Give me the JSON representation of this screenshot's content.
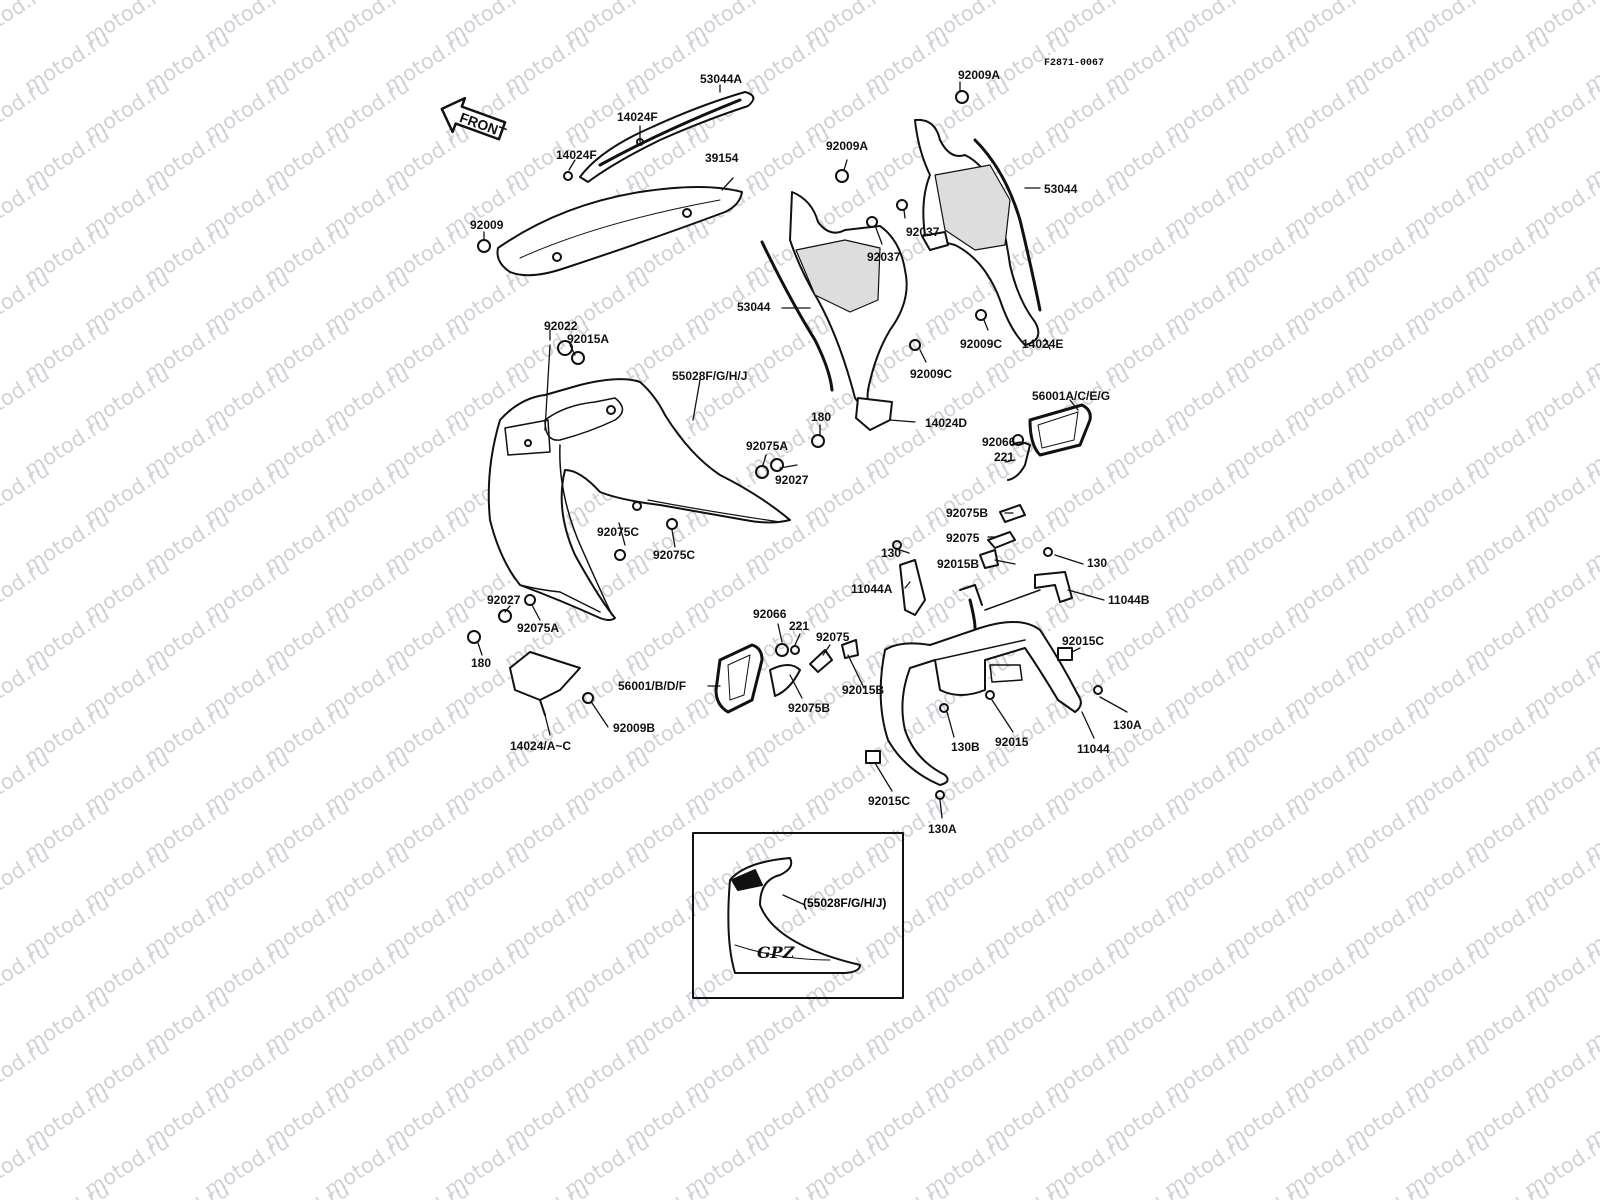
{
  "figure_code": "F2871-0067",
  "watermark_text": "motod.ru",
  "front_arrow_text": "FRONT",
  "inset_label": "(55028F/G/H/J)",
  "inset_logo": "GPZ",
  "parts": [
    {
      "id": "p01",
      "label": "53044A"
    },
    {
      "id": "p02",
      "label": "14024F"
    },
    {
      "id": "p03",
      "label": "14024F"
    },
    {
      "id": "p04",
      "label": "39154"
    },
    {
      "id": "p05",
      "label": "92009"
    },
    {
      "id": "p06",
      "label": "92009A"
    },
    {
      "id": "p07",
      "label": "92009A"
    },
    {
      "id": "p08",
      "label": "53044"
    },
    {
      "id": "p09",
      "label": "92037"
    },
    {
      "id": "p10",
      "label": "92037"
    },
    {
      "id": "p11",
      "label": "53044"
    },
    {
      "id": "p12",
      "label": "92009C"
    },
    {
      "id": "p13",
      "label": "92009C"
    },
    {
      "id": "p14",
      "label": "14024E"
    },
    {
      "id": "p15",
      "label": "92022"
    },
    {
      "id": "p16",
      "label": "92015A"
    },
    {
      "id": "p17",
      "label": "55028F/G/H/J"
    },
    {
      "id": "p18",
      "label": "56001A/C/E/G"
    },
    {
      "id": "p19",
      "label": "14024D"
    },
    {
      "id": "p20",
      "label": "180"
    },
    {
      "id": "p21",
      "label": "92075A"
    },
    {
      "id": "p22",
      "label": "92027"
    },
    {
      "id": "p23",
      "label": "92066"
    },
    {
      "id": "p24",
      "label": "221"
    },
    {
      "id": "p25",
      "label": "92075B"
    },
    {
      "id": "p26",
      "label": "92075"
    },
    {
      "id": "p27",
      "label": "92075C"
    },
    {
      "id": "p28",
      "label": "92075C"
    },
    {
      "id": "p29",
      "label": "130"
    },
    {
      "id": "p30",
      "label": "92015B"
    },
    {
      "id": "p31",
      "label": "130"
    },
    {
      "id": "p32",
      "label": "11044A"
    },
    {
      "id": "p33",
      "label": "11044B"
    },
    {
      "id": "p34",
      "label": "92027"
    },
    {
      "id": "p35",
      "label": "92075A"
    },
    {
      "id": "p36",
      "label": "180"
    },
    {
      "id": "p37",
      "label": "92066"
    },
    {
      "id": "p38",
      "label": "221"
    },
    {
      "id": "p39",
      "label": "92075"
    },
    {
      "id": "p40",
      "label": "92015C"
    },
    {
      "id": "p41",
      "label": "56001/B/D/F"
    },
    {
      "id": "p42",
      "label": "92015B"
    },
    {
      "id": "p43",
      "label": "92075B"
    },
    {
      "id": "p44",
      "label": "130A"
    },
    {
      "id": "p45",
      "label": "92009B"
    },
    {
      "id": "p46",
      "label": "14024/A~C"
    },
    {
      "id": "p47",
      "label": "130B"
    },
    {
      "id": "p48",
      "label": "92015"
    },
    {
      "id": "p49",
      "label": "11044"
    },
    {
      "id": "p50",
      "label": "92015C"
    },
    {
      "id": "p51",
      "label": "130A"
    }
  ]
}
